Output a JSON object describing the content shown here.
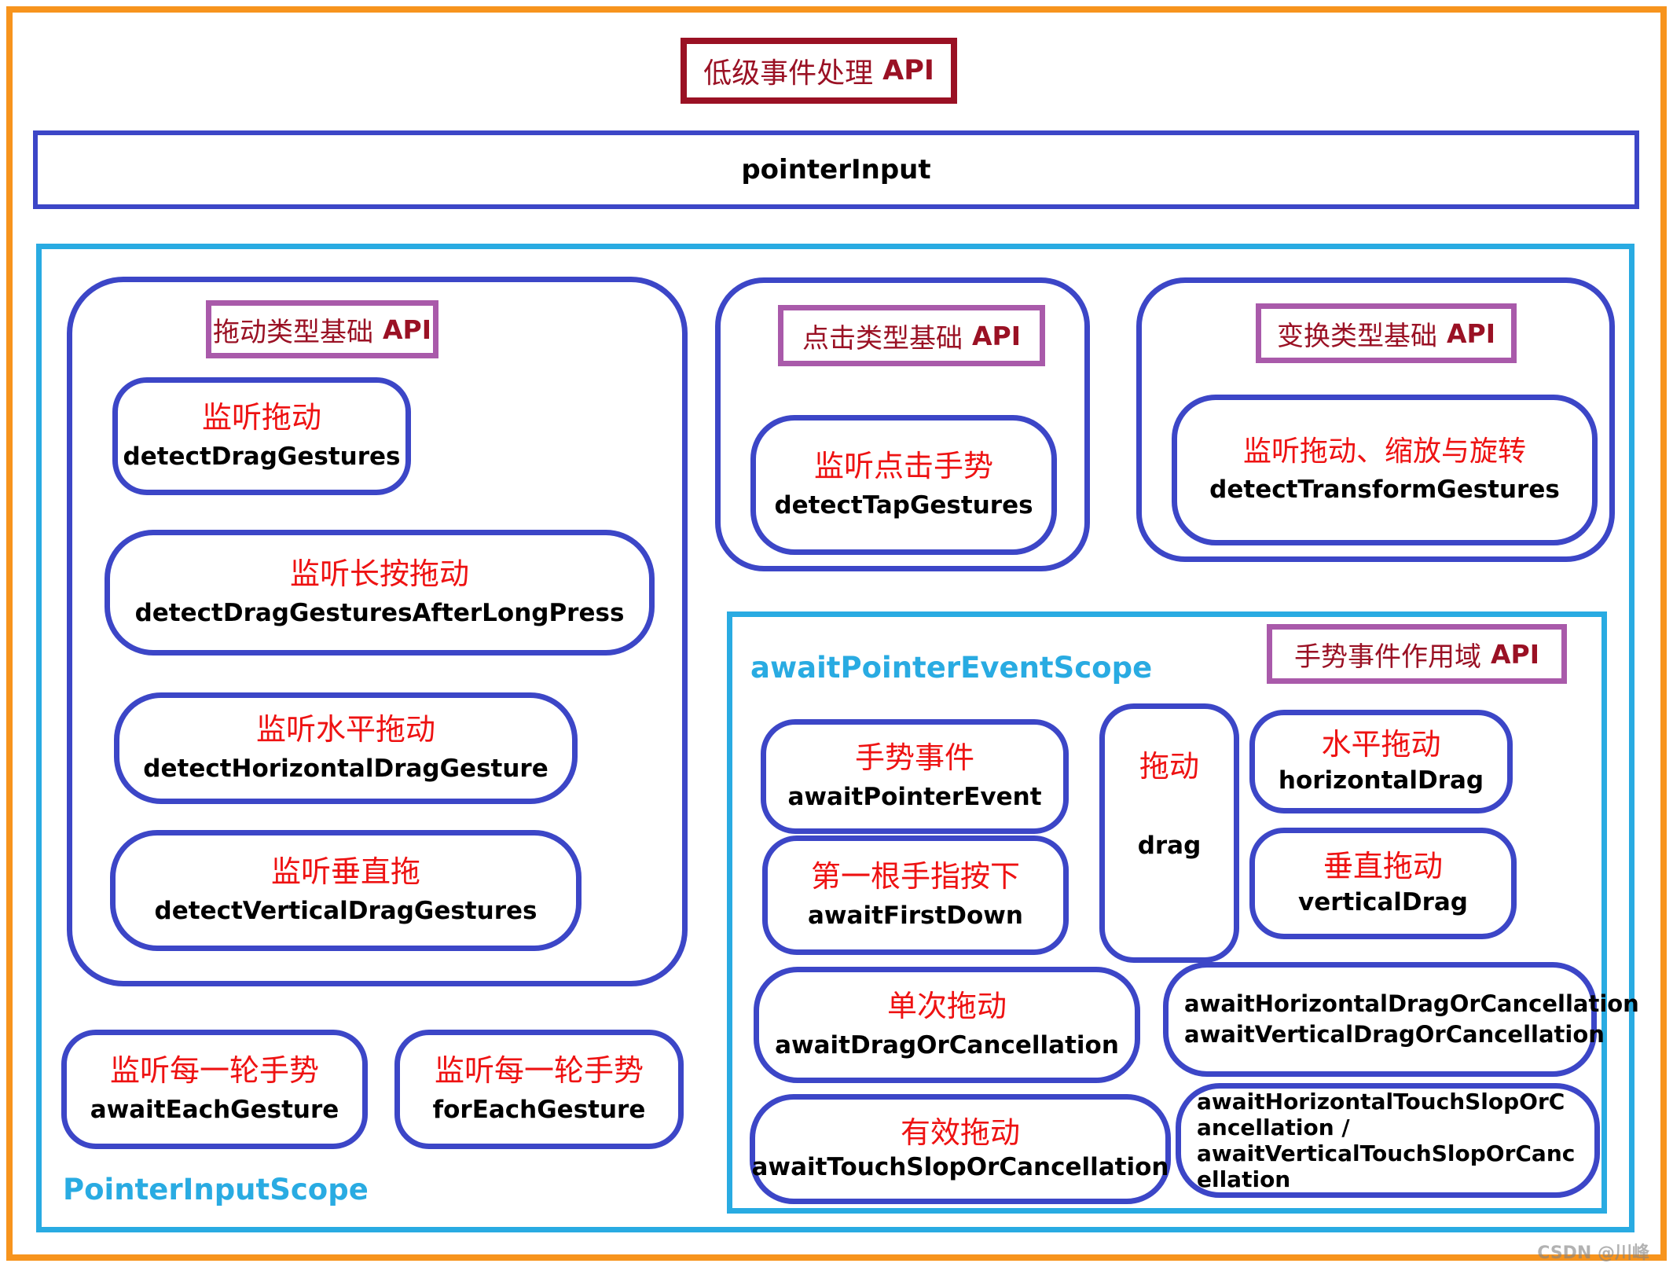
{
  "colors": {
    "orange": "#F7941D",
    "blue": "#3C46C7",
    "cyan": "#29ABE2",
    "purple": "#A95AAA",
    "dark_red": "#9A1124",
    "red": "#EE1212"
  },
  "header": {
    "title_zh": "低级事件处理",
    "title_api": "API"
  },
  "pointer_input": {
    "code": "pointerInput"
  },
  "scope": {
    "label": "PointerInputScope",
    "drag_api": {
      "title_zh": "拖动类型基础",
      "title_api": "API",
      "items": [
        {
          "zh": "监听拖动",
          "code": "detectDragGestures"
        },
        {
          "zh": "监听长按拖动",
          "code": "detectDragGesturesAfterLongPress"
        },
        {
          "zh": "监听水平拖动",
          "code": "detectHorizontalDragGesture"
        },
        {
          "zh": "监听垂直拖",
          "code": "detectVerticalDragGestures"
        }
      ]
    },
    "tap_api": {
      "title_zh": "点击类型基础",
      "title_api": "API",
      "item": {
        "zh": "监听点击手势",
        "code": "detectTapGestures"
      }
    },
    "transform_api": {
      "title_zh": "变换类型基础",
      "title_api": "API",
      "item": {
        "zh": "监听拖动、缩放与旋转",
        "code": "detectTransformGestures"
      }
    },
    "each_gesture": {
      "zh": "监听每一轮手势",
      "code": "awaitEachGesture"
    },
    "for_each_gesture": {
      "zh": "监听每一轮手势",
      "code": "forEachGesture"
    },
    "event_scope": {
      "label": "awaitPointerEventScope",
      "title_zh": "手势事件作用域",
      "title_api": "API",
      "await_pointer_event": {
        "zh": "手势事件",
        "code": "awaitPointerEvent"
      },
      "drag": {
        "zh": "拖动",
        "code": "drag"
      },
      "horizontal_drag": {
        "zh": "水平拖动",
        "code": "horizontalDrag"
      },
      "await_first_down": {
        "zh": "第一根手指按下",
        "code": "awaitFirstDown"
      },
      "vertical_drag": {
        "zh": "垂直拖动",
        "code": "verticalDrag"
      },
      "await_drag_or_cancellation": {
        "zh": "单次拖动",
        "code": "awaitDragOrCancellation"
      },
      "await_hv_drag": {
        "line1": "awaitHorizontalDragOrCancellation",
        "line2": "awaitVerticalDragOrCancellation"
      },
      "await_touch_slop": {
        "zh": "有效拖动",
        "code": "awaitTouchSlopOrCancellation"
      },
      "await_hv_touch_slop": {
        "line1": "awaitHorizontalTouchSlopOrCancellation /",
        "line2": "awaitVerticalTouchSlopOrCancellation"
      }
    }
  },
  "watermark": "CSDN @川峰"
}
